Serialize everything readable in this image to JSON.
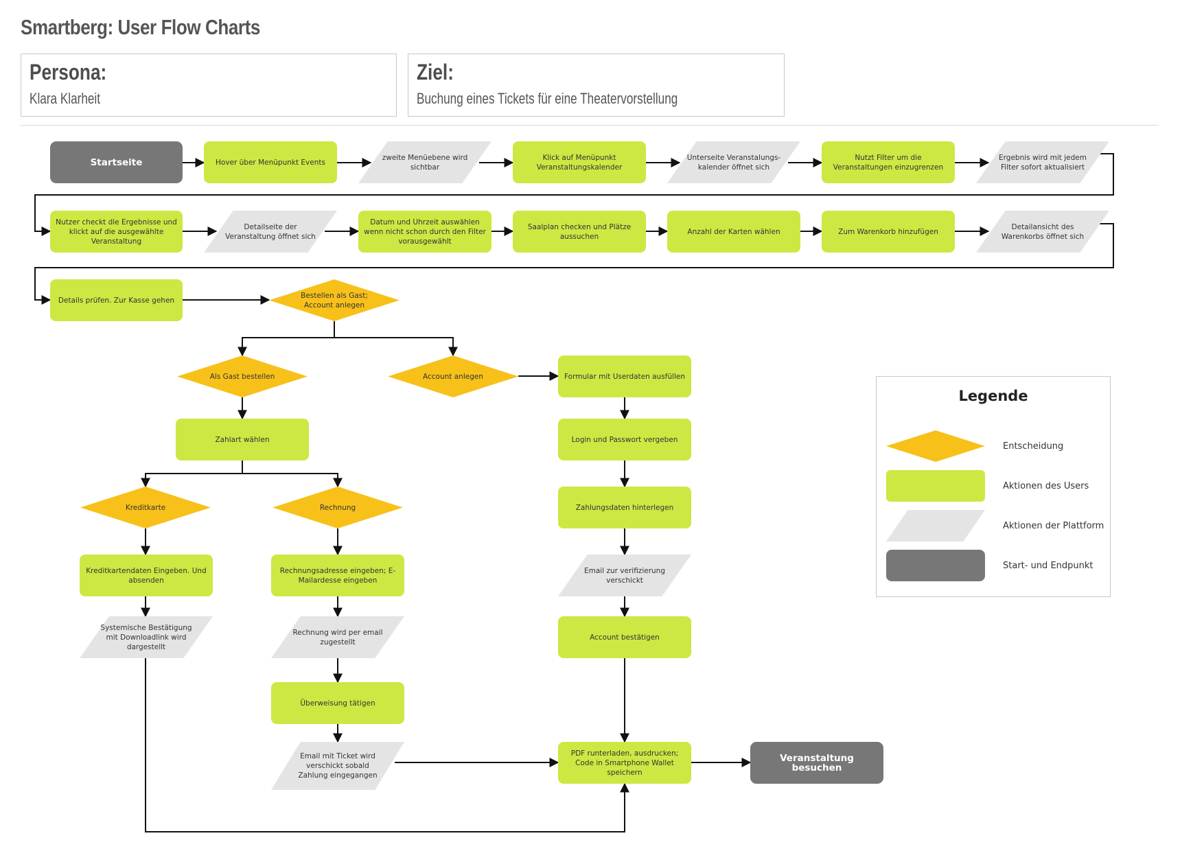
{
  "title": "Smartberg: User Flow Charts",
  "persona": {
    "label": "Persona:",
    "value": "Klara Klarheit"
  },
  "goal": {
    "label": "Ziel:",
    "value": "Buchung eines Tickets für eine Theatervorstellung"
  },
  "nodes": {
    "n1": {
      "kind": "end",
      "text": "Startseite"
    },
    "n2": {
      "kind": "action",
      "text": "Hover über Menüpunkt Events"
    },
    "n3": {
      "kind": "platform",
      "text": "zweite Menüebene wird sichtbar"
    },
    "n4": {
      "kind": "action",
      "text": "Klick auf Menüpunkt Veranstaltungskalender"
    },
    "n5": {
      "kind": "platform",
      "text": "Unterseite Veranstalungs-kalender öffnet sich"
    },
    "n6": {
      "kind": "action",
      "text": "Nutzt Filter um die Veranstaltungen einzugrenzen"
    },
    "n7": {
      "kind": "platform",
      "text": "Ergebnis wird mit jedem Filter sofort aktualisiert"
    },
    "n8": {
      "kind": "action",
      "text": "Nutzer checkt die Ergebnisse und klickt auf die ausgewählte Veranstaltung"
    },
    "n9": {
      "kind": "platform",
      "text": "Detailseite der Veranstaltung öffnet sich"
    },
    "n10": {
      "kind": "action",
      "text": "Datum und Uhrzeit auswählen wenn nicht schon durch den Filter vorausgewählt"
    },
    "n11": {
      "kind": "action",
      "text": "Saalplan checken und Plätze aussuchen"
    },
    "n12": {
      "kind": "action",
      "text": "Anzahl der Karten wählen"
    },
    "n13": {
      "kind": "action",
      "text": "Zum Warenkorb hinzufügen"
    },
    "n14": {
      "kind": "platform",
      "text": "Detailansicht des Warenkorbs öffnet sich"
    },
    "n15": {
      "kind": "action",
      "text": "Details prüfen. Zur Kasse gehen"
    },
    "d1": {
      "kind": "decision",
      "text": "Bestellen als Gast; Account anlegen"
    },
    "d2": {
      "kind": "decision",
      "text": "Als Gast bestellen"
    },
    "d3": {
      "kind": "decision",
      "text": "Account anlegen"
    },
    "a1": {
      "kind": "action",
      "text": "Zahlart wählen"
    },
    "d4": {
      "kind": "decision",
      "text": "Kreditkarte"
    },
    "d5": {
      "kind": "decision",
      "text": "Rechnung"
    },
    "a2": {
      "kind": "action",
      "text": "Kreditkartendaten Eingeben. Und absenden"
    },
    "p1": {
      "kind": "platform",
      "text": "Systemische Bestätigung mit Downloadlink wird dargestellt"
    },
    "a3": {
      "kind": "action",
      "text": "Rechnungsadresse eingeben; E-Mailardesse eingeben"
    },
    "p2": {
      "kind": "platform",
      "text": "Rechnung wird per email zugestellt"
    },
    "a4": {
      "kind": "action",
      "text": "Überweisung tätigen"
    },
    "p3": {
      "kind": "platform",
      "text": "Email mit Ticket wird verschickt sobald Zahlung eingegangen"
    },
    "b1": {
      "kind": "action",
      "text": "Formular mit Userdaten ausfüllen"
    },
    "b2": {
      "kind": "action",
      "text": "Login und Passwort vergeben"
    },
    "b3": {
      "kind": "action",
      "text": "Zahlungsdaten hinterlegen"
    },
    "b4": {
      "kind": "platform",
      "text": "Email zur verifizierung verschickt"
    },
    "b5": {
      "kind": "action",
      "text": "Account bestätigen"
    },
    "f1": {
      "kind": "action",
      "text": "PDF runterladen, ausdrucken; Code in Smartphone Wallet speichern"
    },
    "f2": {
      "kind": "end",
      "text": "Veranstaltung besuchen"
    }
  },
  "edges": [
    [
      "n1",
      "n2"
    ],
    [
      "n2",
      "n3"
    ],
    [
      "n3",
      "n4"
    ],
    [
      "n4",
      "n5"
    ],
    [
      "n5",
      "n6"
    ],
    [
      "n6",
      "n7"
    ],
    [
      "n7",
      "n8"
    ],
    [
      "n8",
      "n9"
    ],
    [
      "n9",
      "n10"
    ],
    [
      "n10",
      "n11"
    ],
    [
      "n11",
      "n12"
    ],
    [
      "n12",
      "n13"
    ],
    [
      "n13",
      "n14"
    ],
    [
      "n14",
      "n15"
    ],
    [
      "n15",
      "d1"
    ],
    [
      "d1",
      "d2"
    ],
    [
      "d1",
      "d3"
    ],
    [
      "d2",
      "a1"
    ],
    [
      "a1",
      "d4"
    ],
    [
      "a1",
      "d5"
    ],
    [
      "d4",
      "a2"
    ],
    [
      "a2",
      "p1"
    ],
    [
      "p1",
      "f1"
    ],
    [
      "d5",
      "a3"
    ],
    [
      "a3",
      "p2"
    ],
    [
      "p2",
      "a4"
    ],
    [
      "a4",
      "p3"
    ],
    [
      "p3",
      "f1"
    ],
    [
      "d3",
      "b1"
    ],
    [
      "b1",
      "b2"
    ],
    [
      "b2",
      "b3"
    ],
    [
      "b3",
      "b4"
    ],
    [
      "b4",
      "b5"
    ],
    [
      "b5",
      "f1"
    ],
    [
      "f1",
      "f2"
    ]
  ],
  "legend": {
    "title": "Legende",
    "items": [
      {
        "kind": "decision",
        "label": "Entscheidung"
      },
      {
        "kind": "action",
        "label": "Aktionen des Users"
      },
      {
        "kind": "platform",
        "label": "Aktionen der Plattform"
      },
      {
        "kind": "end",
        "label": "Start- und Endpunkt"
      }
    ]
  },
  "colors": {
    "action": "#cde843",
    "decision": "#f7c11a",
    "platform": "#e4e4e4",
    "end": "#777777",
    "line": "#111111"
  }
}
